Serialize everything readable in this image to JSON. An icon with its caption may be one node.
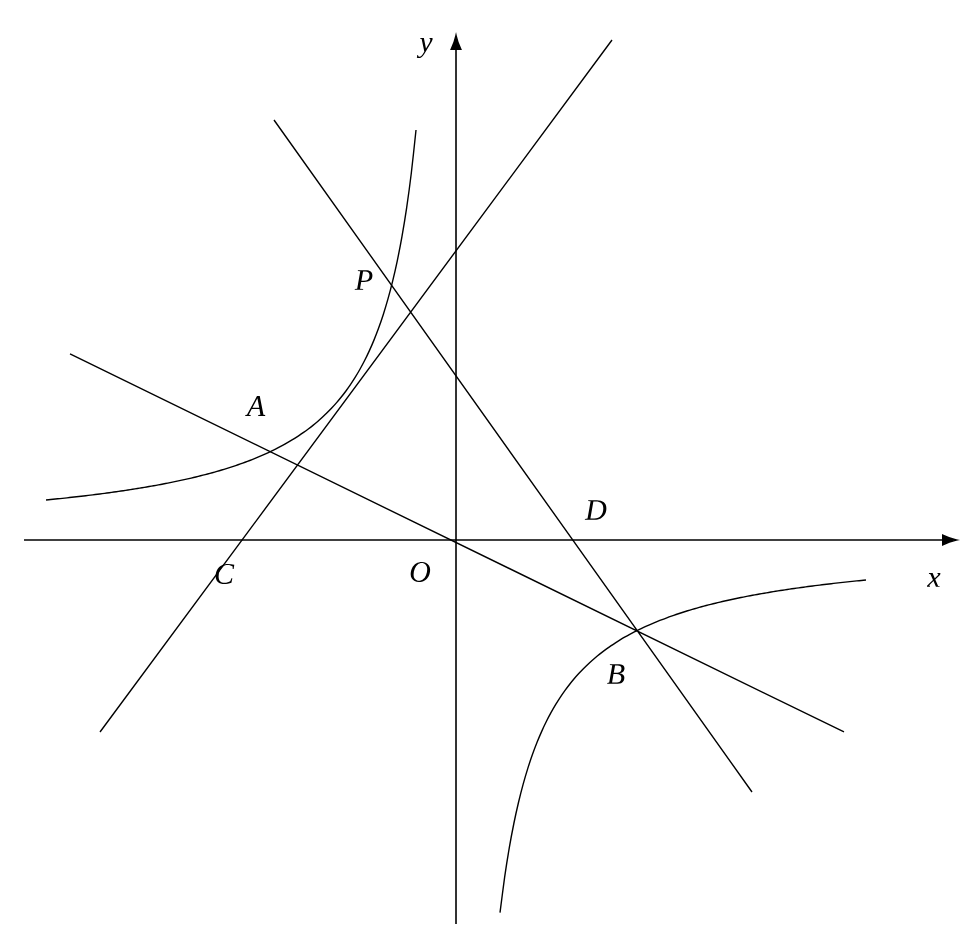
{
  "diagram": {
    "labels": [
      "y",
      "P",
      "A",
      "D",
      "C",
      "O",
      "x",
      "B"
    ]
  }
}
